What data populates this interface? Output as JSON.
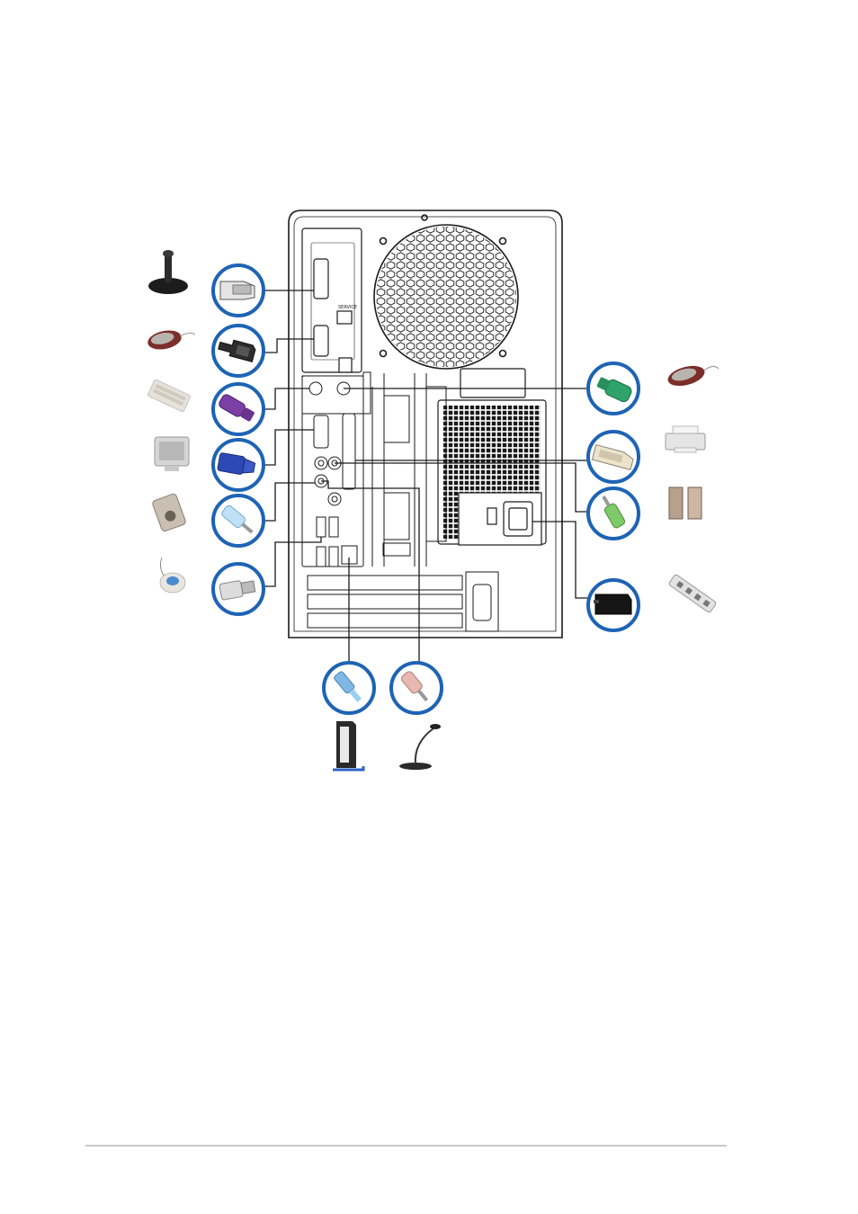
{
  "diagram": {
    "panel_label": "SERVICE",
    "colors": {
      "callout_ring": "#1e63b5",
      "ps2_mouse": "#2fa36b",
      "ps2_keyboard": "#7b3fa6",
      "vga": "#2c49b6",
      "line_out": "#7ec96a",
      "line_in": "#7fb8e6",
      "mic": "#e7b9b0",
      "usb": "#cfcfcf",
      "chassis_outline": "#1a1a1a"
    },
    "callouts_left": [
      {
        "name": "gameport-connector",
        "icon": "joystick-icon",
        "plug": "db15-plug",
        "color": "#d8d8d8"
      },
      {
        "name": "serial-connector",
        "icon": "mouse-icon",
        "plug": "db9-plug",
        "color": "#333333"
      },
      {
        "name": "ps2-keyboard-connector",
        "icon": "keyboard-icon",
        "plug": "ps2-plug",
        "color": "#7b3fa6"
      },
      {
        "name": "vga-connector",
        "icon": "monitor-icon",
        "plug": "vga-plug",
        "color": "#2c49b6"
      },
      {
        "name": "line-in-connector",
        "icon": "audio-device-icon",
        "plug": "audio-jack-plug",
        "color": "#9fd0ef"
      },
      {
        "name": "usb-connector",
        "icon": "usb-mouse-icon",
        "plug": "usb-plug",
        "color": "#d0d0d0"
      }
    ],
    "callouts_right": [
      {
        "name": "ps2-mouse-connector",
        "icon": "mouse-icon",
        "plug": "ps2-plug",
        "color": "#2fa36b"
      },
      {
        "name": "parallel-connector",
        "icon": "printer-icon",
        "plug": "db25-plug",
        "color": "#e6ddc5"
      },
      {
        "name": "line-out-connector",
        "icon": "speaker-icon",
        "plug": "audio-jack-plug",
        "color": "#7ec96a"
      },
      {
        "name": "power-connector",
        "icon": "power-strip-icon",
        "plug": "power-plug",
        "color": "#111111"
      }
    ],
    "callouts_bottom": [
      {
        "name": "lan-connector",
        "icon": "modem-icon",
        "plug": "lan-plug",
        "color": "#7fb8e6"
      },
      {
        "name": "mic-connector",
        "icon": "microphone-icon",
        "plug": "audio-jack-plug",
        "color": "#e7b9b0"
      }
    ]
  }
}
